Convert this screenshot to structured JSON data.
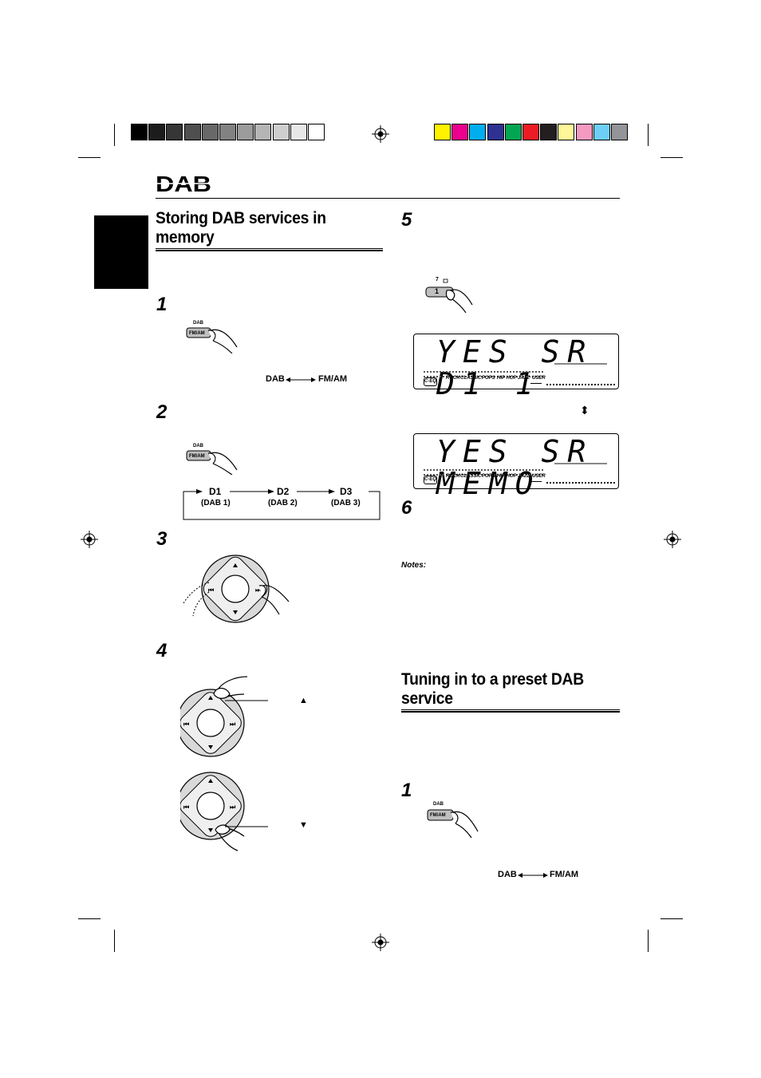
{
  "header": {
    "logo_text": "DAB"
  },
  "colors": {
    "grayscale_bar": [
      "#000000",
      "#1c1c1c",
      "#363636",
      "#4f4f4f",
      "#686868",
      "#828282",
      "#9c9c9c",
      "#b5b5b5",
      "#cecece",
      "#e7e7e7",
      "#ffffff"
    ],
    "color_bar": [
      "#fff200",
      "#ec008c",
      "#00aeef",
      "#2e3192",
      "#00a651",
      "#ed1c24",
      "#231f20",
      "#fff799",
      "#f49ac1",
      "#6dcff6",
      "#939598"
    ],
    "side_tab": "#000000"
  },
  "left": {
    "heading": "Storing DAB services in memory",
    "step1": {
      "num": "1",
      "button_small": "DAB",
      "button_main": "FM/AM",
      "toggle_left": "DAB",
      "toggle_right": "FM/AM"
    },
    "step2": {
      "num": "2",
      "button_small": "DAB",
      "button_main": "FM/AM",
      "bands": [
        {
          "label": "D1",
          "sub": "(DAB 1)"
        },
        {
          "label": "D2",
          "sub": "(DAB 2)"
        },
        {
          "label": "D3",
          "sub": "(DAB 3)"
        }
      ]
    },
    "step3": {
      "num": "3"
    },
    "step4": {
      "num": "4",
      "up_symbol": "▲",
      "down_symbol": "▼"
    }
  },
  "right": {
    "step5": {
      "num": "5",
      "button_top_num": "7",
      "button_num": "1",
      "display1": "YES SR D1 1",
      "display2": "YES SR MEMO",
      "swap_symbol": "⬍",
      "eq_box": "C-EQ",
      "eq_modes": [
        "ROCK",
        "CLASSIC",
        "POPS",
        "HIP HOP",
        "JAZZ",
        "USER"
      ]
    },
    "step6": {
      "num": "6"
    },
    "notes_label": "Notes:",
    "heading2": "Tuning in to a preset DAB service",
    "tune_step1": {
      "num": "1",
      "button_small": "DAB",
      "button_main": "FM/AM",
      "toggle_left": "DAB",
      "toggle_right": "FM/AM"
    }
  }
}
